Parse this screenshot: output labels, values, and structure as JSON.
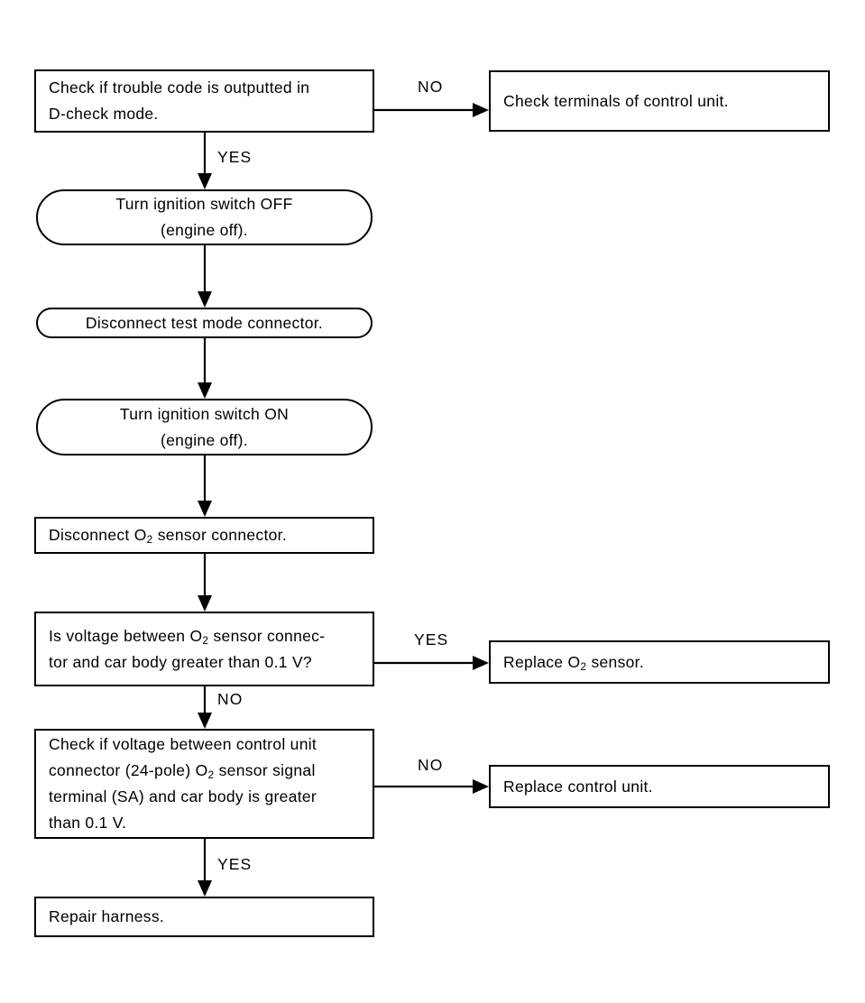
{
  "diagram": {
    "title": "O2 sensor diagnostic flowchart",
    "type": "flowchart",
    "line_color": "#000000",
    "background_color": "#ffffff"
  },
  "nodes": {
    "n1": {
      "id": "n1",
      "shape": "rect",
      "text_lines": [
        "Check if trouble code is outputted in",
        "D-check mode."
      ]
    },
    "n1_no": {
      "id": "n1_no",
      "shape": "rect",
      "text_lines": [
        "Check terminals of control unit."
      ]
    },
    "n2": {
      "id": "n2",
      "shape": "pill",
      "text_lines": [
        "Turn ignition switch OFF",
        "(engine off)."
      ]
    },
    "n3": {
      "id": "n3",
      "shape": "pill",
      "text_lines": [
        "Disconnect test mode connector."
      ]
    },
    "n4": {
      "id": "n4",
      "shape": "pill",
      "text_lines": [
        "Turn ignition switch ON",
        "(engine off)."
      ]
    },
    "n5": {
      "id": "n5",
      "shape": "rect",
      "text_html": "Disconnect O<sub>2</sub> sensor connector."
    },
    "n6": {
      "id": "n6",
      "shape": "rect",
      "text_html": "Is voltage between O<sub>2</sub> sensor connec-<br>tor and car body greater than 0.1 V?"
    },
    "n6_yes": {
      "id": "n6_yes",
      "shape": "rect",
      "text_html": "Replace O<sub>2</sub> sensor."
    },
    "n7": {
      "id": "n7",
      "shape": "rect",
      "text_html": "Check if voltage between control unit<br>connector (24-pole) O<sub>2</sub> sensor signal<br>terminal (SA) and car body is greater<br>than 0.1 V."
    },
    "n7_no": {
      "id": "n7_no",
      "shape": "rect",
      "text_lines": [
        "Replace control unit."
      ]
    },
    "n8": {
      "id": "n8",
      "shape": "rect",
      "text_lines": [
        "Repair harness."
      ]
    }
  },
  "edge_labels": {
    "e1_no": "NO",
    "e1_yes": "YES",
    "e6_yes": "YES",
    "e6_no": "NO",
    "e7_no": "NO",
    "e7_yes": "YES"
  },
  "edges": [
    {
      "from": "n1",
      "to": "n1_no",
      "label": "NO",
      "direction": "right"
    },
    {
      "from": "n1",
      "to": "n2",
      "label": "YES",
      "direction": "down"
    },
    {
      "from": "n2",
      "to": "n3",
      "label": "",
      "direction": "down"
    },
    {
      "from": "n3",
      "to": "n4",
      "label": "",
      "direction": "down"
    },
    {
      "from": "n4",
      "to": "n5",
      "label": "",
      "direction": "down"
    },
    {
      "from": "n5",
      "to": "n6",
      "label": "",
      "direction": "down"
    },
    {
      "from": "n6",
      "to": "n6_yes",
      "label": "YES",
      "direction": "right"
    },
    {
      "from": "n6",
      "to": "n7",
      "label": "NO",
      "direction": "down"
    },
    {
      "from": "n7",
      "to": "n7_no",
      "label": "NO",
      "direction": "right"
    },
    {
      "from": "n7",
      "to": "n8",
      "label": "YES",
      "direction": "down"
    }
  ]
}
